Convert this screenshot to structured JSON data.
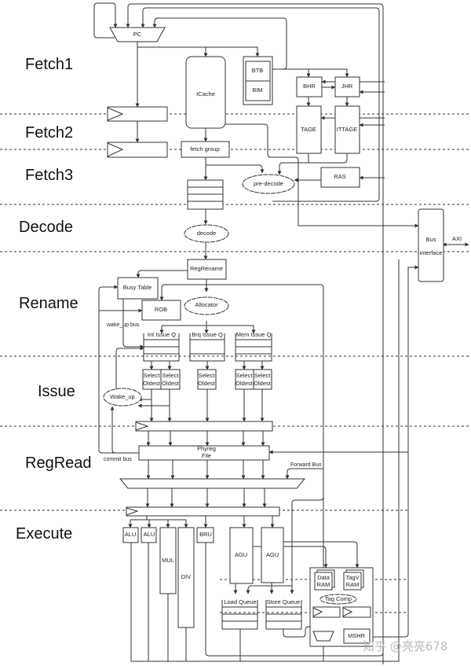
{
  "stages": [
    "Fetch1",
    "Fetch2",
    "Fetch3",
    "Decode",
    "Rename",
    "Issue",
    "RegRead",
    "Execute"
  ],
  "blocks": {
    "pc": "PC",
    "icache": "ICache",
    "btb": "BTB",
    "bim": "BIM",
    "bhr": "BHR",
    "jhr": "JHR",
    "tage": "TAGE",
    "ittage": "ITTAGE",
    "ras": "RAS",
    "pre_decode": "pre-decode",
    "fetch_group": "fetch group",
    "decode": "decode",
    "bus_interface_1": "Bus",
    "bus_interface_2": "interface",
    "axi": "AXI",
    "reg_rename": "RegRename",
    "busy_table": "Busy Table",
    "rob": "ROB",
    "allocator": "Allocator",
    "int_issue_q": "Int Issue Q",
    "brq_issue_q": "Brq Issue Q",
    "mem_issue_q": "Mem Issue Q",
    "select_1": "Select",
    "select_2": "Oldest",
    "wake_up": "Wake_up",
    "phyreg_1": "Phyreg",
    "phyreg_2": "File",
    "alu": "ALU",
    "mul": "MUL",
    "div": "DIV",
    "bru": "BRU",
    "agu": "AGU",
    "data_ram_1": "Data",
    "data_ram_2": "RAM",
    "tagv_ram_1": "TagV",
    "tagv_ram_2": "RAM",
    "tag_comp": "Tag Comp",
    "load_queue": "Load Queue",
    "store_queue": "Store Queue",
    "mshr": "MSHR"
  },
  "labels": {
    "wake_up_bus": "wake_up bus",
    "commit_bus": "commit bus",
    "forward_bus": "Forward Bus"
  },
  "watermark": "知乎 @亮亮678"
}
